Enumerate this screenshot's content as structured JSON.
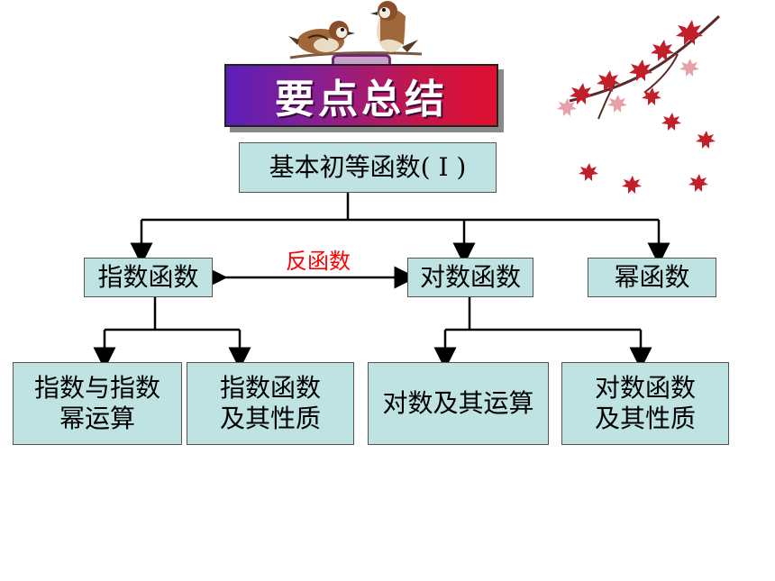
{
  "title": "要点总结",
  "root": {
    "label": "基本初等函数( I )"
  },
  "level2": [
    {
      "label": "指数函数"
    },
    {
      "label": "对数函数"
    },
    {
      "label": "幂函数"
    }
  ],
  "relation_label": "反函数",
  "level3": [
    {
      "line1": "指数与指数",
      "line2": "幂运算"
    },
    {
      "line1": "指数函数",
      "line2": "及其性质"
    },
    {
      "line1": "对数及其运算",
      "line2": ""
    },
    {
      "line1": "对数函数",
      "line2": "及其性质"
    }
  ],
  "colors": {
    "box_fill": "#bfe3e3",
    "banner_start": "#5b1fb8",
    "banner_end": "#e0102f",
    "relation": "#ff0000"
  }
}
